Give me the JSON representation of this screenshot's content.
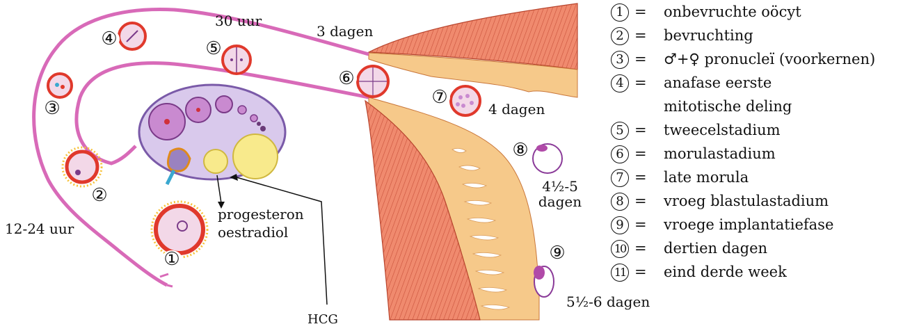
{
  "labels": {
    "hours_30": "30 uur",
    "days_3": "3 dagen",
    "days_4": "4 dagen",
    "hours_12_24": "12-24 uur",
    "days_4half_5_line1": "4½-5",
    "days_4half_5_line2": "dagen",
    "days_5half_6": "5½-6 dagen",
    "progesteron": "progesteron",
    "oestradiol": "oestradiol",
    "hcg": "HCG"
  },
  "markers": [
    "①",
    "②",
    "③",
    "④",
    "⑤",
    "⑥",
    "⑦",
    "⑧",
    "⑨"
  ],
  "legend": [
    {
      "num": "1",
      "text": "onbevruchte oöcyt"
    },
    {
      "num": "2",
      "text": "bevruchting"
    },
    {
      "num": "3",
      "text": "♂+♀ pronucleï (voorkernen)"
    },
    {
      "num": "4",
      "text": "anafase eerste"
    },
    {
      "num": "",
      "text": "mitotische deling"
    },
    {
      "num": "5",
      "text": "tweecelstadium"
    },
    {
      "num": "6",
      "text": "morulastadium"
    },
    {
      "num": "7",
      "text": "late morula"
    },
    {
      "num": "8",
      "text": "vroeg blastulastadium"
    },
    {
      "num": "9",
      "text": "vroege implantatiefase"
    },
    {
      "num": "10",
      "text": "dertien dagen"
    },
    {
      "num": "11",
      "text": "eind derde week"
    }
  ],
  "legend_eq": "=",
  "colors": {
    "tube": "#d86ab8",
    "muscle": "#e8735a",
    "endometrium": "#f6c98a",
    "ovary": "#d9c9ec",
    "cell_ring": "#e0392c",
    "cell_fill": "#f3d8e8"
  }
}
